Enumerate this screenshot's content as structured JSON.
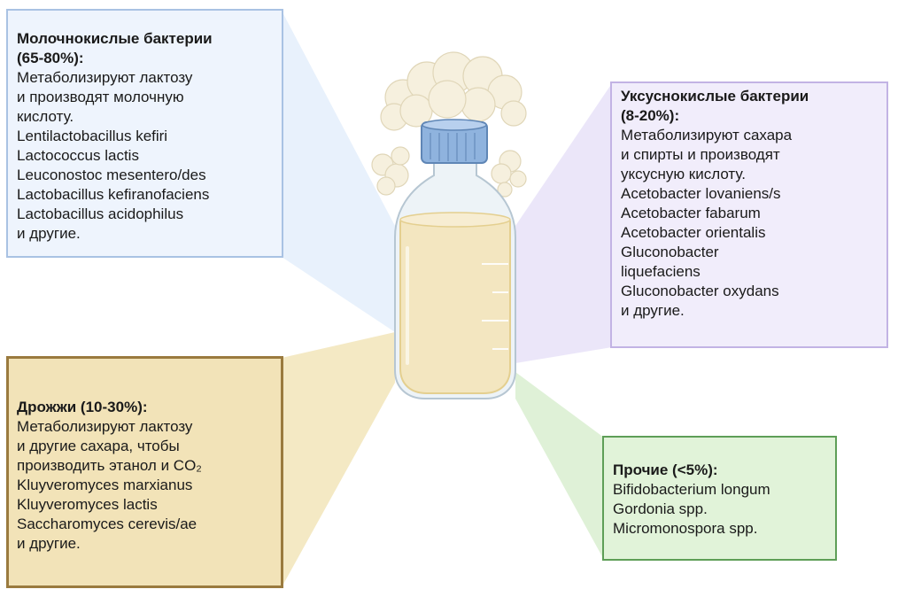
{
  "groups": {
    "lactic": {
      "title": "Молочнокислые бактерии (65-80%):",
      "title_lines": [
        "Молочнокислые бактерии",
        "(65-80%):"
      ],
      "lines": [
        "Метаболизируют лактозу",
        "и производят молочную",
        "кислоту.",
        "Lentilactobacillus kefiri",
        "Lactococcus lactis",
        "Leuconostoc mesentero/des",
        "Lactobacillus kefiranofaciens",
        "Lactobacillus acidophilus",
        "и другие."
      ],
      "color_fill": "#eef4fd",
      "color_border": "#a9c2e3"
    },
    "acetic": {
      "title": "Уксуснокислые бактерии (8-20%):",
      "title_lines": [
        "Уксуснокислые бактерии",
        "(8-20%):"
      ],
      "lines": [
        "Метаболизируют сахара",
        "и спирты и производят",
        "уксусную кислоту.",
        "Acetobacter lovaniens/s",
        "Acetobacter fabarum",
        "Acetobacter orientalis",
        "Gluconobacter",
        "liquefaciens",
        "Gluconobacter oxydans",
        "и другие."
      ],
      "color_fill": "#f1edfb",
      "color_border": "#c2b3e4"
    },
    "yeast": {
      "title": "Дрожжи (10-30%):",
      "lines": [
        "Метаболизируют лактозу",
        "и другие сахара, чтобы",
        "производить этанол и CO₂",
        "Kluyveromyces marxianus",
        "Kluyveromyces lactis",
        "Saccharomyces cerevis/ae",
        "и другие."
      ],
      "color_fill": "#f2e3b8",
      "color_border": "#9a7a3e"
    },
    "other": {
      "title": "Прочие (<5%):",
      "lines": [
        "Bifidobacterium longum",
        "Gordonia spp.",
        "Micromonospora spp."
      ],
      "color_fill": "#e1f3d9",
      "color_border": "#5e9e57"
    }
  },
  "illustration": {
    "icon": "kefir-bottle-icon",
    "colors": {
      "liquid": "#f3e6c0",
      "cap": "#8fb3de",
      "grains": "#f5efdc"
    }
  }
}
